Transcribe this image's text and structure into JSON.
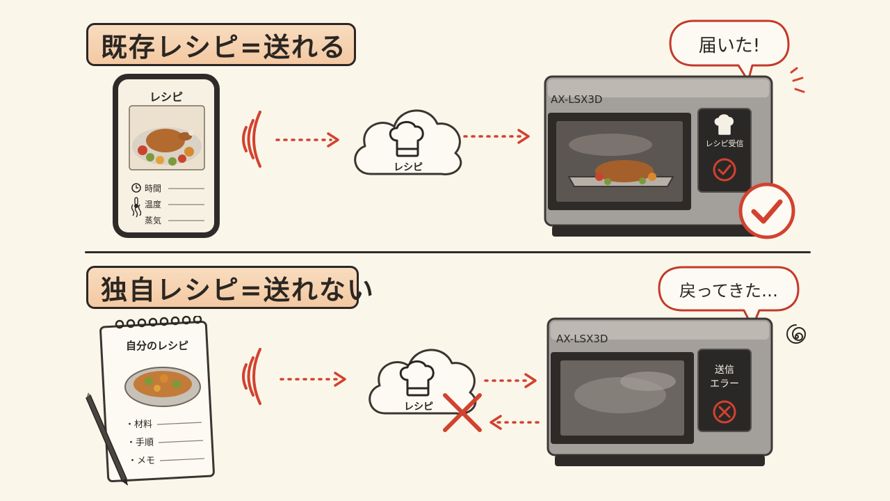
{
  "colors": {
    "background": "#fbf6ea",
    "accent_red": "#d2422f",
    "title_fill": "#f3c9a2",
    "ink": "#2a2622"
  },
  "top": {
    "title": "既存レシピ=送れる",
    "phone_screen_title": "レシピ",
    "phone_items": [
      "時間",
      "温度",
      "蒸気"
    ],
    "cloud_label": "レシピ",
    "oven_model": "AX-LSX3D",
    "panel_status": "レシピ受信",
    "speech": "届いた!"
  },
  "bottom": {
    "title": "独自レシピ=送れない",
    "notebook_title": "自分のレシピ",
    "notebook_items": [
      "・材料",
      "・手順",
      "・メモ"
    ],
    "cloud_label": "レシピ",
    "oven_model": "AX-LSX3D",
    "panel_status_line1": "送信",
    "panel_status_line2": "エラー",
    "speech": "戻ってきた…"
  }
}
